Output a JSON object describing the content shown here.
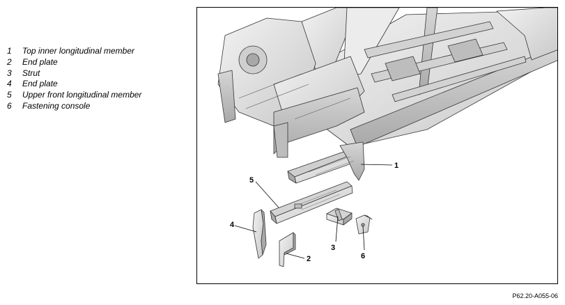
{
  "legend": {
    "items": [
      {
        "number": "1",
        "label": "Top inner longitudinal member"
      },
      {
        "number": "2",
        "label": "End plate"
      },
      {
        "number": "3",
        "label": "Strut"
      },
      {
        "number": "4",
        "label": "End plate"
      },
      {
        "number": "5",
        "label": "Upper front longitudinal member"
      },
      {
        "number": "6",
        "label": "Fastening console"
      }
    ]
  },
  "callouts": {
    "c1": "1",
    "c2": "2",
    "c3": "3",
    "c4": "4",
    "c5": "5",
    "c6": "6"
  },
  "figure_code": "P62.20-A055-06",
  "colors": {
    "part_fill": "#e4e4e4",
    "part_stroke": "#333333",
    "shadow": "#b8b8b8"
  }
}
